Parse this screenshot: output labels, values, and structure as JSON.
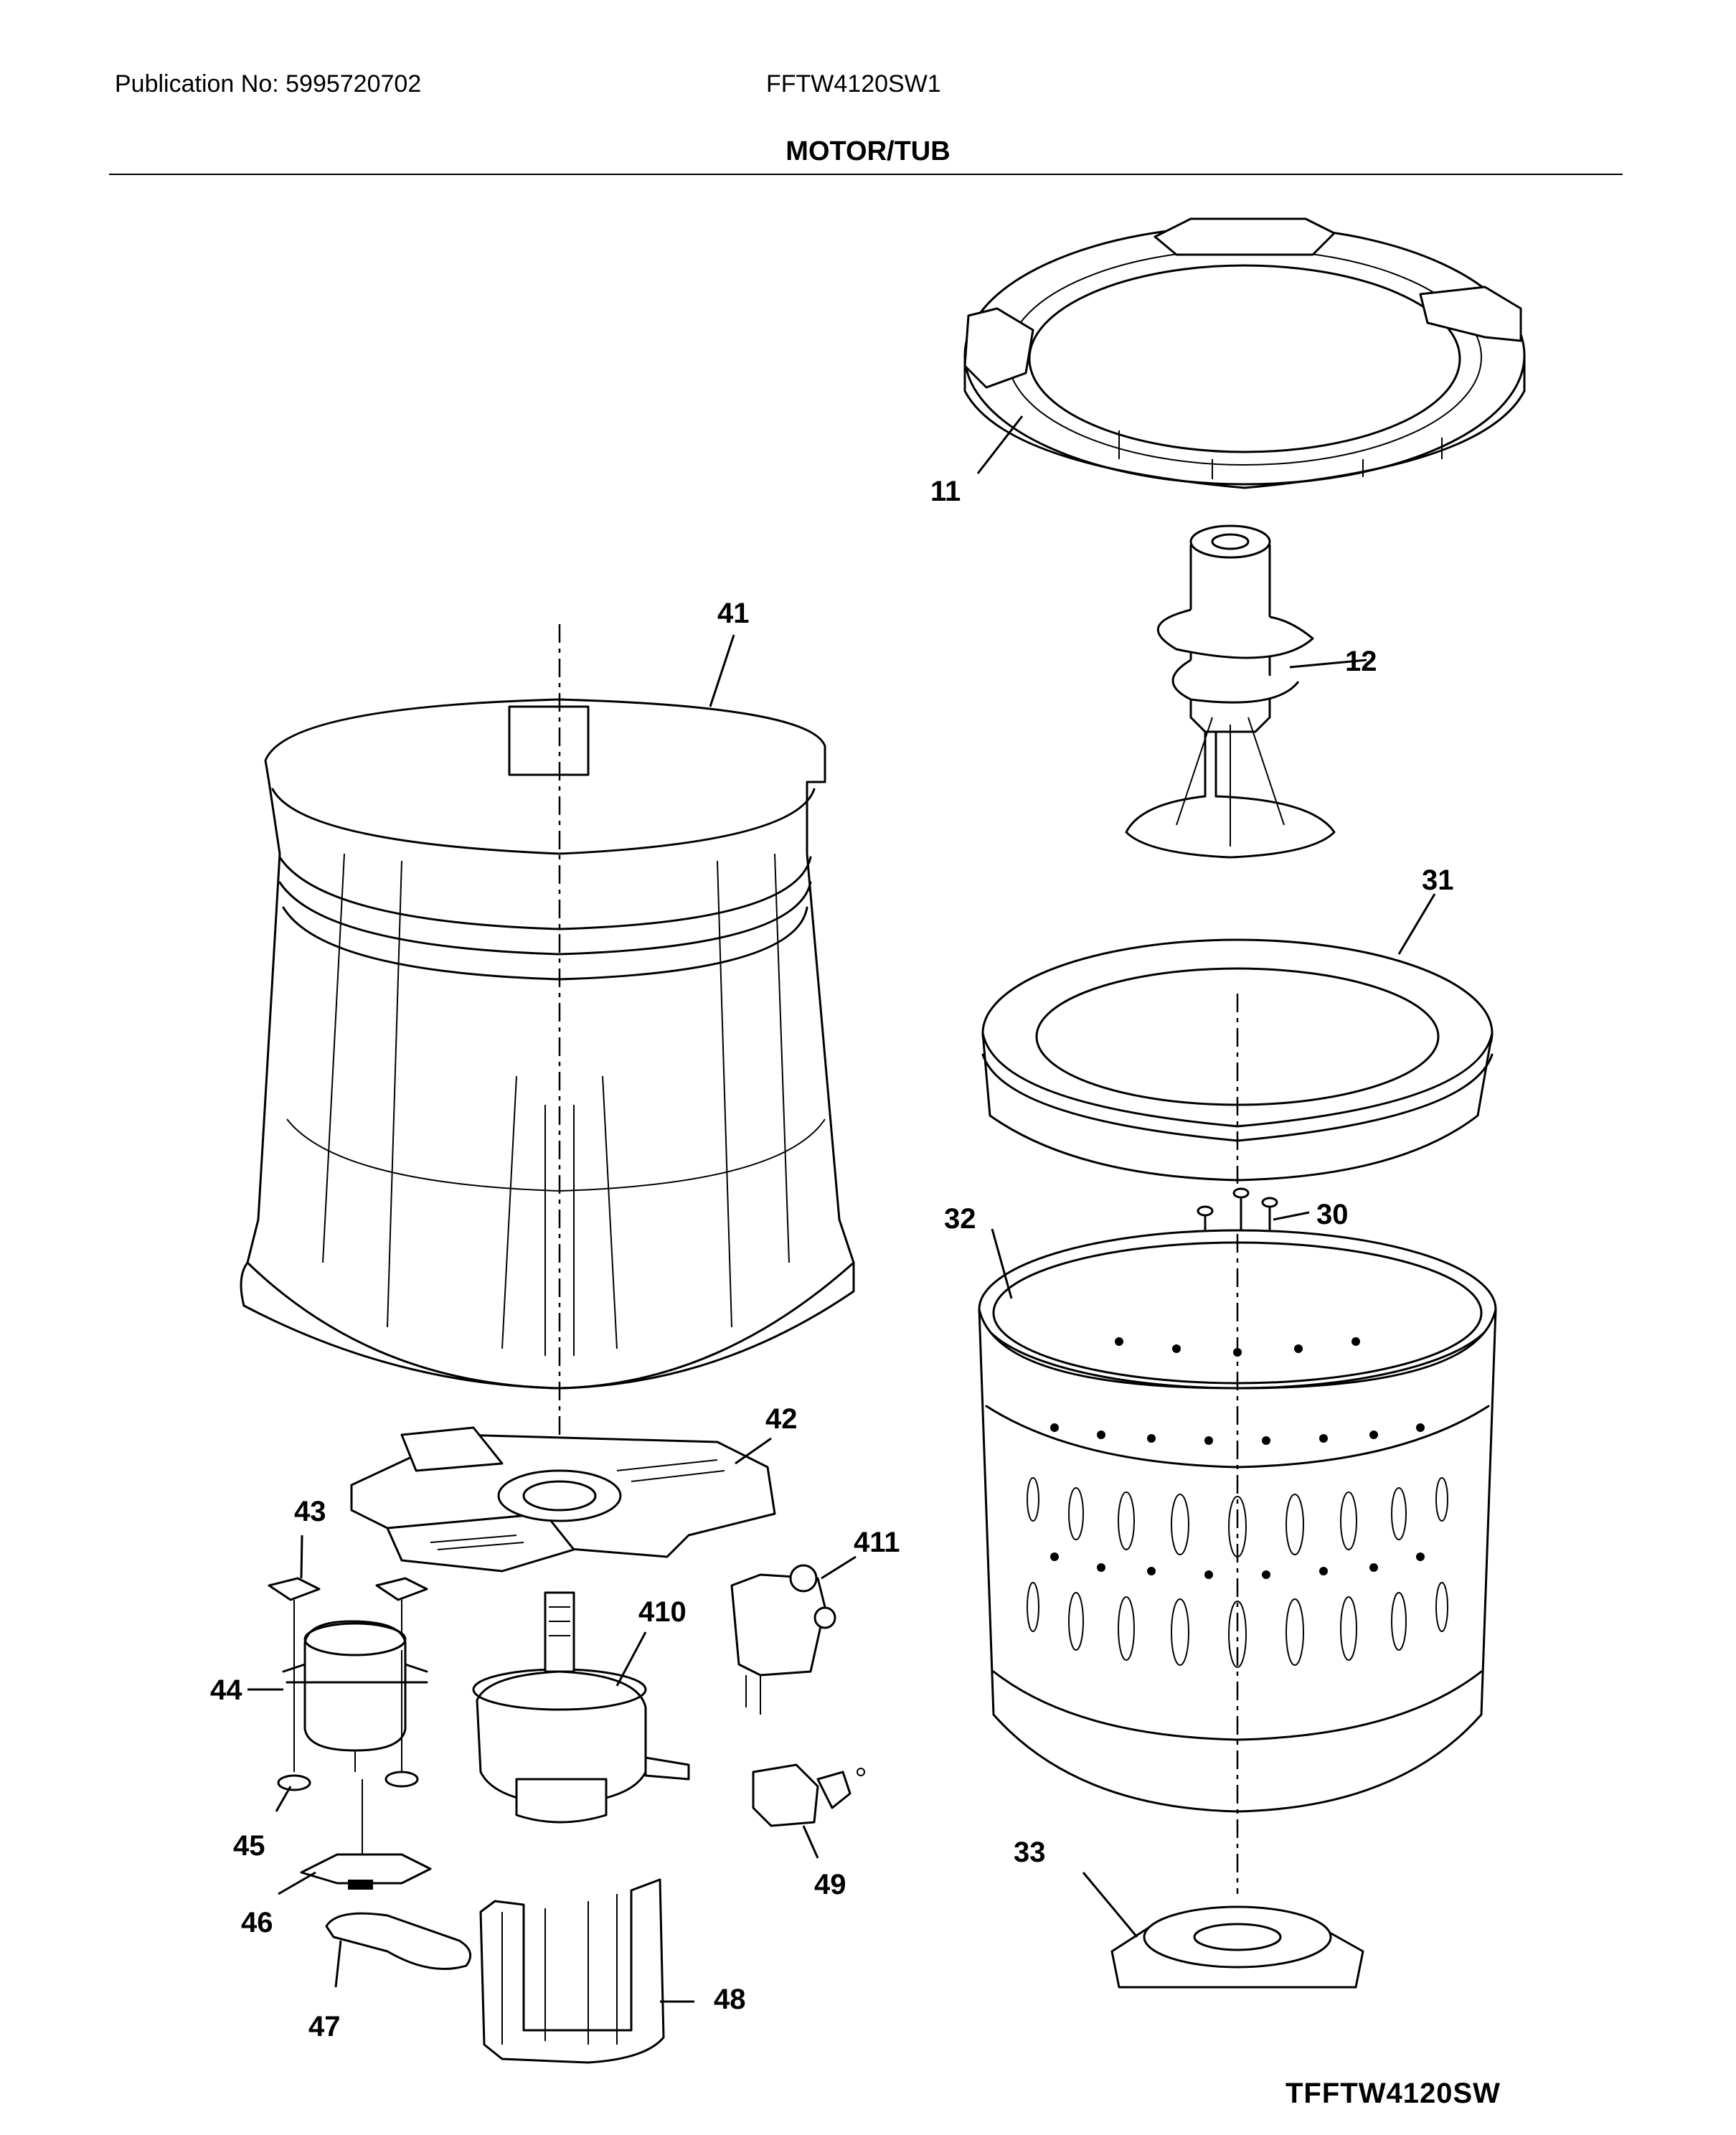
{
  "header": {
    "publication": "Publication No: 5995720702",
    "model": "FFTW4120SW1",
    "section_title": "MOTOR/TUB"
  },
  "callouts": [
    "11",
    "12",
    "31",
    "30",
    "32",
    "33",
    "41",
    "42",
    "43",
    "44",
    "45",
    "46",
    "47",
    "48",
    "49",
    "410",
    "411"
  ],
  "footer": {
    "diagram_code": "TFFTW4120SW"
  }
}
